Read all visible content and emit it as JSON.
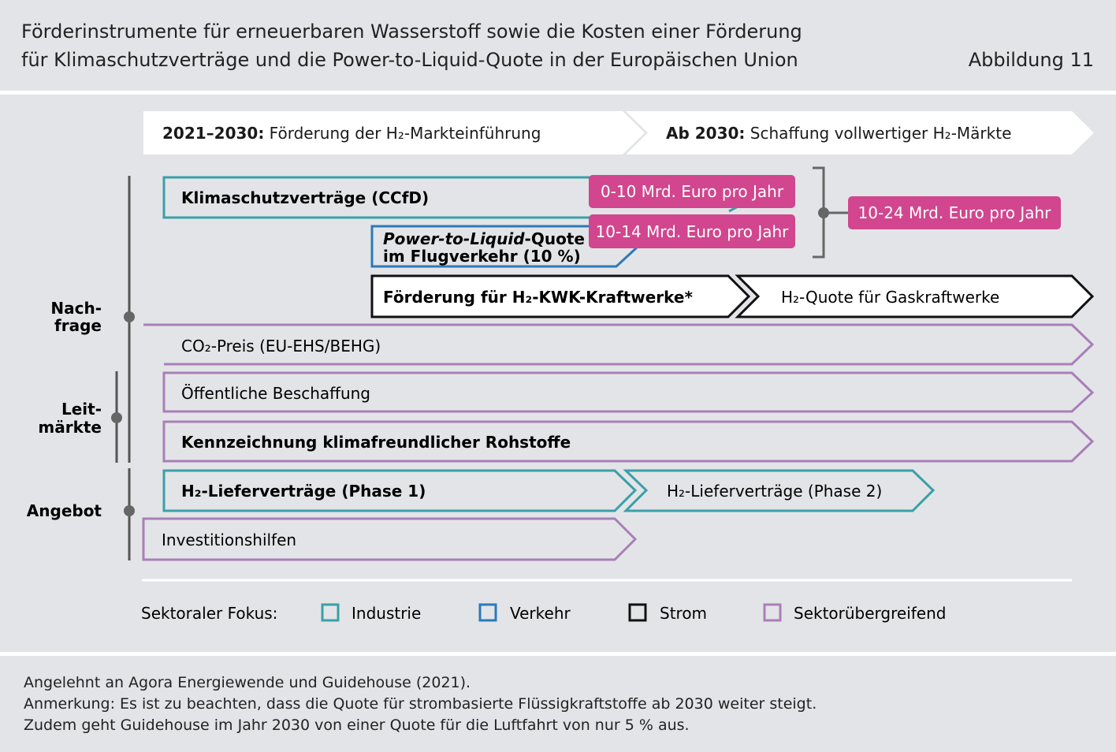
{
  "header": {
    "title_line1": "Förderinstrumente für erneuerbaren Wasserstoff sowie die Kosten einer Förderung",
    "title_line2": "für Klimaschutzverträge und die Power-to-Liquid-Quote in der Europäischen Union",
    "figure_label": "Abbildung 11"
  },
  "timeline": {
    "phase1_bold": "2021–2030:",
    "phase1_text": " Förderung der H₂-Markteinführung",
    "phase2_bold": "Ab 2030:",
    "phase2_text": " Schaffung vollwertiger H₂-Märkte"
  },
  "groups": {
    "demand_line1": "Nach-",
    "demand_line2": "frage",
    "lead_line1": "Leit-",
    "lead_line2": "märkte",
    "supply": "Angebot"
  },
  "instruments": {
    "ccfd": "Klimaschutzverträge (CCfD)",
    "ptl_italic": "Power-to-Liquid",
    "ptl_rest": "-Quote",
    "ptl_line2": "im Flugverkehr (10 %)",
    "kwk": "Förderung für H₂-KWK-Kraftwerke*",
    "gas_quota": "H₂-Quote für Gaskraftwerke",
    "co2": "CO₂-Preis (EU-EHS/BEHG)",
    "procurement": "Öffentliche Beschaffung",
    "labelling": "Kennzeichnung klimafreundlicher Rohstoffe",
    "supply1": "H₂-Lieferverträge (Phase 1)",
    "supply2": "H₂-Lieferverträge (Phase 2)",
    "invest": "Investitionshilfen"
  },
  "costs": {
    "ccfd_cost": "0-10 Mrd. Euro pro Jahr",
    "ptl_cost": "10-14 Mrd. Euro pro Jahr",
    "total_cost": "10-24 Mrd. Euro pro Jahr"
  },
  "legend": {
    "label": "Sektoraler Fokus:",
    "items": [
      {
        "name": "Industrie",
        "color": "#3aa0a8"
      },
      {
        "name": "Verkehr",
        "color": "#2b7ab8"
      },
      {
        "name": "Strom",
        "color": "#111111"
      },
      {
        "name": "Sektorübergreifend",
        "color": "#a87fb8"
      }
    ]
  },
  "colors": {
    "industrie": "#3aa0a8",
    "verkehr": "#2b7ab8",
    "strom": "#111111",
    "sektor": "#a87fb8",
    "cost_badge": "#d1468e",
    "background": "#e3e4e7"
  },
  "footnotes": {
    "line1": "Angelehnt an Agora Energiewende und Guidehouse (2021).",
    "line2": "Anmerkung: Es ist zu beachten, dass die Quote für strombasierte Flüssigkraftstoffe ab 2030 weiter steigt.",
    "line3": "Zudem geht Guidehouse im Jahr 2030 von einer Quote für die Luftfahrt von nur 5 % aus."
  }
}
